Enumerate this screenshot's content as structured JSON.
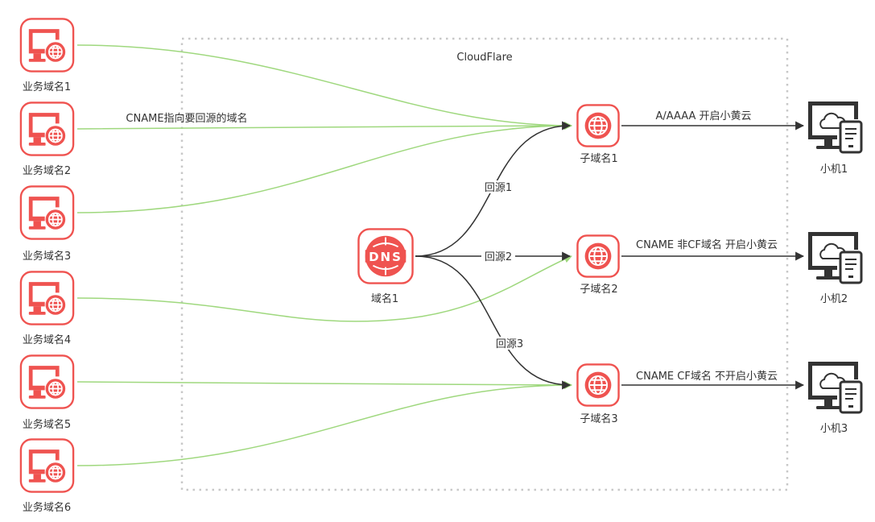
{
  "diagram": {
    "region_label": "CloudFlare",
    "cname_note": "CNAME指向要回源的域名",
    "colors": {
      "icon_red": "#ef5350",
      "device_dark": "#333333",
      "edge_green": "#9fd87e",
      "edge_dark": "#333333",
      "region_border": "#c8c8c8"
    },
    "business_domains": [
      {
        "label": "业务域名1",
        "icon": "monitor-globe-icon"
      },
      {
        "label": "业务域名2",
        "icon": "monitor-globe-icon"
      },
      {
        "label": "业务域名3",
        "icon": "monitor-globe-icon"
      },
      {
        "label": "业务域名4",
        "icon": "monitor-globe-icon"
      },
      {
        "label": "业务域名5",
        "icon": "monitor-globe-icon"
      },
      {
        "label": "业务域名6",
        "icon": "monitor-globe-icon"
      }
    ],
    "dns_node": {
      "label": "域名1",
      "icon": "dns-globe-icon",
      "icon_text": "DNS"
    },
    "subdomains": [
      {
        "label": "子域名1",
        "icon": "globe-icon"
      },
      {
        "label": "子域名2",
        "icon": "globe-icon"
      },
      {
        "label": "子域名3",
        "icon": "globe-icon"
      }
    ],
    "machines": [
      {
        "label": "小机1",
        "icon": "monitor-cloud-tablet-icon"
      },
      {
        "label": "小机2",
        "icon": "monitor-cloud-tablet-icon"
      },
      {
        "label": "小机3",
        "icon": "monitor-cloud-tablet-icon"
      }
    ],
    "origin_edges": [
      {
        "label": "回源1"
      },
      {
        "label": "回源2"
      },
      {
        "label": "回源3"
      }
    ],
    "machine_edges": [
      {
        "label": "A/AAAA 开启小黄云"
      },
      {
        "label": "CNAME 非CF域名 开启小黄云"
      },
      {
        "label": "CNAME CF域名 不开启小黄云"
      }
    ]
  }
}
